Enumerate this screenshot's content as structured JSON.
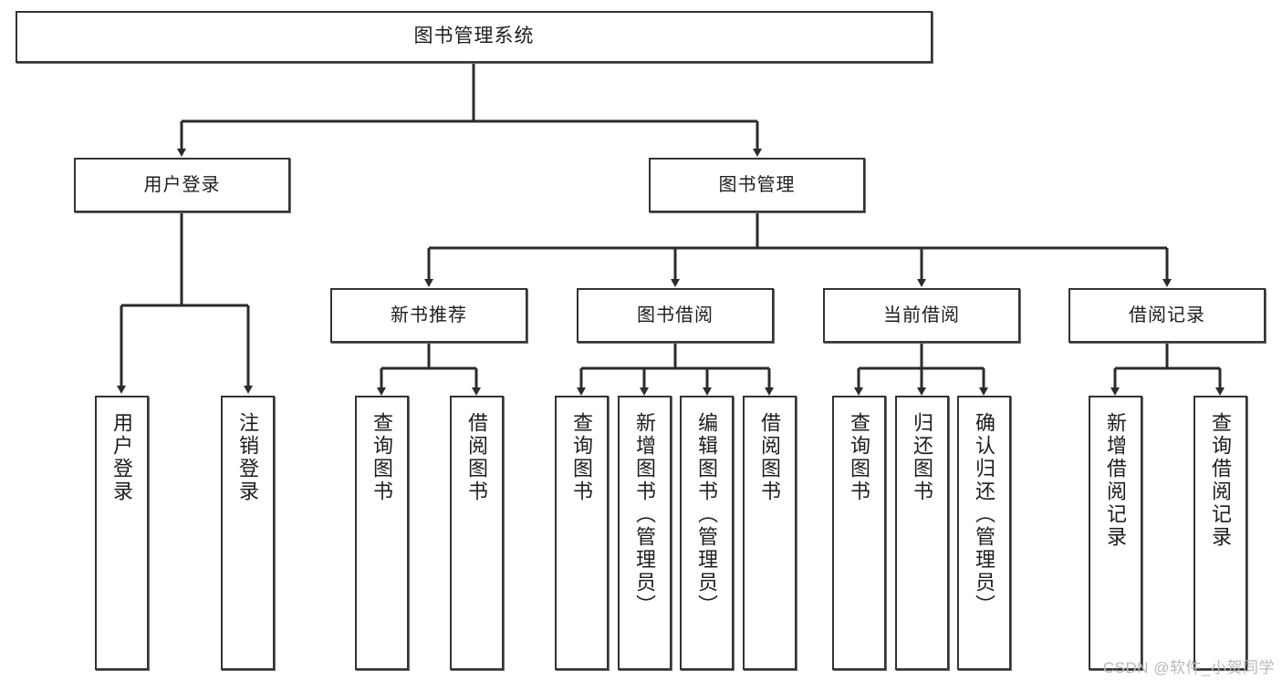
{
  "diagram": {
    "title": "图书管理系统",
    "type": "tree-hierarchy-diagram",
    "watermark": "CSDN @软件_小贺同学",
    "colors": {
      "box_border": "#333333",
      "box_fill": "#ffffff",
      "connector": "#2b2b2b",
      "background": "#ffffff",
      "watermark": "#b9b9b9"
    },
    "root": {
      "label": "图书管理系统"
    },
    "level2": [
      {
        "label": "用户登录"
      },
      {
        "label": "图书管理"
      }
    ],
    "level3": [
      {
        "label": "新书推荐"
      },
      {
        "label": "图书借阅"
      },
      {
        "label": "当前借阅"
      },
      {
        "label": "借阅记录"
      }
    ],
    "leaves": {
      "user_login": [
        {
          "label": "用户登录"
        },
        {
          "label": "注销登录"
        }
      ],
      "new_book_recommend": [
        {
          "label": "查询图书"
        },
        {
          "label": "借阅图书"
        }
      ],
      "book_borrow": [
        {
          "label": "查询图书"
        },
        {
          "label": "新增图书（管理员）"
        },
        {
          "label": "编辑图书（管理员）"
        },
        {
          "label": "借阅图书"
        }
      ],
      "current_borrow": [
        {
          "label": "查询图书"
        },
        {
          "label": "归还图书"
        },
        {
          "label": "确认归还（管理员）"
        }
      ],
      "borrow_record": [
        {
          "label": "新增借阅记录"
        },
        {
          "label": "查询借阅记录"
        }
      ]
    }
  }
}
